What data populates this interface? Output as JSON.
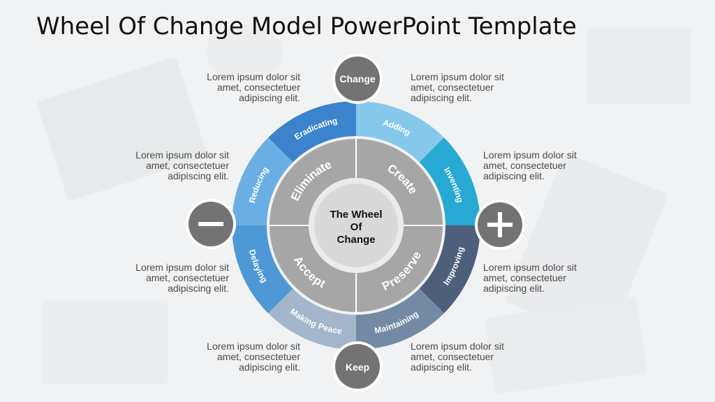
{
  "title": "Wheel Of Change Model PowerPoint Template",
  "center": {
    "line1": "The Wheel",
    "line2": "Of",
    "line3": "Change"
  },
  "quadrants": [
    {
      "label": "Eliminate"
    },
    {
      "label": "Create"
    },
    {
      "label": "Preserve"
    },
    {
      "label": "Accept"
    }
  ],
  "outer_segments": [
    {
      "label": "Eradicating",
      "color": "#3b83cc"
    },
    {
      "label": "Adding",
      "color": "#86c8ec"
    },
    {
      "label": "Inventing",
      "color": "#28a9d4"
    },
    {
      "label": "Improving",
      "color": "#4d5f7a"
    },
    {
      "label": "Maintaining",
      "color": "#728aa4"
    },
    {
      "label": "Making Peace",
      "color": "#a4b6cb"
    },
    {
      "label": "Delaying",
      "color": "#4e98d6"
    },
    {
      "label": "Reducing",
      "color": "#6aaee3"
    }
  ],
  "nodes": {
    "top": "Change",
    "bottom": "Keep",
    "left_symbol": "—",
    "right_symbol": "+"
  },
  "descriptions": [
    {
      "id": "top-left",
      "line1": "Lorem ipsum dolor sit",
      "line2": "amet, consectetuer",
      "line3": "adipiscing elit."
    },
    {
      "id": "top-right",
      "line1": "Lorem ipsum dolor sit",
      "line2": "amet, consectetuer",
      "line3": "adipiscing elit."
    },
    {
      "id": "mid-left-upper",
      "line1": "Lorem ipsum dolor sit",
      "line2": "amet, consectetuer",
      "line3": "adipiscing elit."
    },
    {
      "id": "mid-right-upper",
      "line1": "Lorem ipsum dolor sit",
      "line2": "amet, consectetuer",
      "line3": "adipiscing elit."
    },
    {
      "id": "mid-left-lower",
      "line1": "Lorem ipsum dolor sit",
      "line2": "amet, consectetuer",
      "line3": "adipiscing elit."
    },
    {
      "id": "mid-right-lower",
      "line1": "Lorem ipsum dolor sit",
      "line2": "amet, consectetuer",
      "line3": "adipiscing elit."
    },
    {
      "id": "bottom-left",
      "line1": "Lorem ipsum dolor sit",
      "line2": "amet, consectetuer",
      "line3": "adipiscing elit."
    },
    {
      "id": "bottom-right",
      "line1": "Lorem ipsum dolor sit",
      "line2": "amet, consectetuer",
      "line3": "adipiscing elit."
    }
  ],
  "colors": {
    "quadrant": "#a6a6a6",
    "center_fill": "#d9d9d9",
    "node": "#737373",
    "divider": "#ffffff"
  }
}
